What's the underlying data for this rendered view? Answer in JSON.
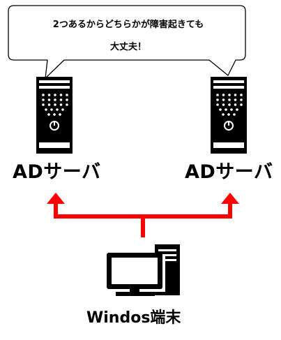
{
  "callout": {
    "line1": "2つあるからどちらかが障害起きても",
    "line2": "大丈夫！"
  },
  "servers": [
    {
      "label": "ADサーバ",
      "icon": "server-icon"
    },
    {
      "label": "ADサーバ",
      "icon": "server-icon"
    }
  ],
  "client": {
    "label": "Windos端末",
    "icon": "desktop-pc-icon"
  },
  "colors": {
    "connector": "#ff0000",
    "outline": "#000000",
    "fill": "#ffffff"
  }
}
